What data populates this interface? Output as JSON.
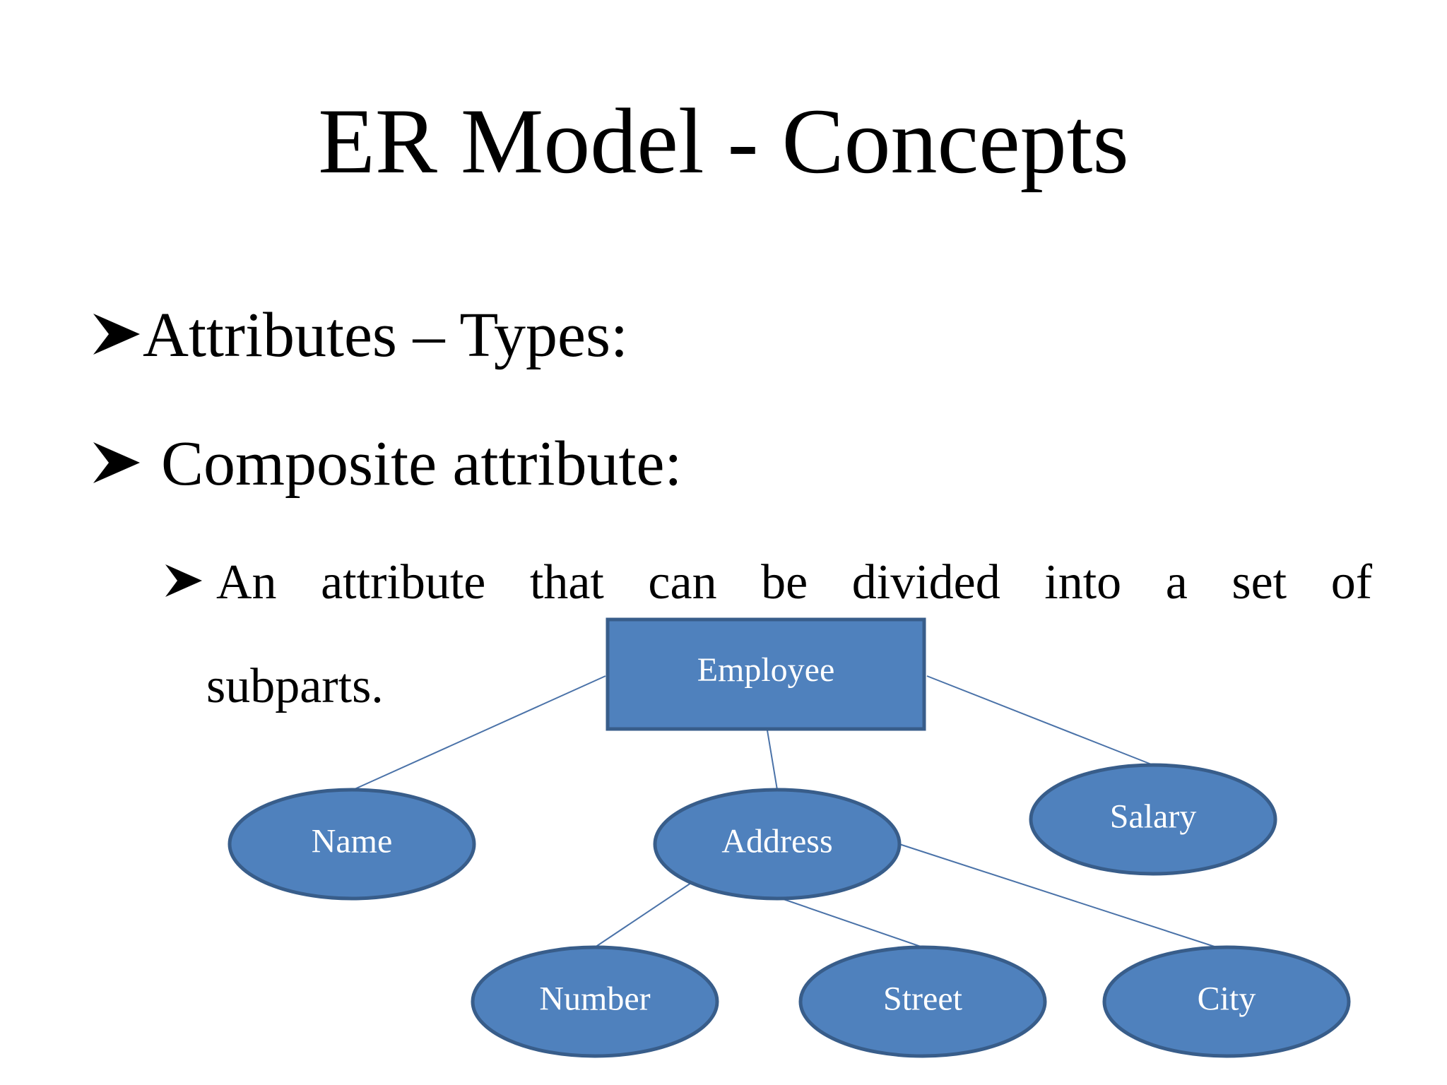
{
  "slide": {
    "title": "ER Model - Concepts",
    "bullets": [
      {
        "text": "Attributes – Types:"
      },
      {
        "text": "Composite attribute:"
      },
      {
        "text": "An attribute that can be divided into a set of",
        "continuation": "subparts."
      }
    ]
  },
  "diagram": {
    "colors": {
      "fill": "#4f81bd",
      "stroke": "#385d8a",
      "line": "#4a72a8",
      "text": "#ffffff"
    },
    "entity": {
      "label": "Employee"
    },
    "attributes": [
      {
        "id": "name",
        "label": "Name"
      },
      {
        "id": "address",
        "label": "Address"
      },
      {
        "id": "salary",
        "label": "Salary"
      },
      {
        "id": "number",
        "label": "Number"
      },
      {
        "id": "street",
        "label": "Street"
      },
      {
        "id": "city",
        "label": "City"
      }
    ],
    "edges": [
      [
        "Employee",
        "Name"
      ],
      [
        "Employee",
        "Address"
      ],
      [
        "Employee",
        "Salary"
      ],
      [
        "Address",
        "Number"
      ],
      [
        "Address",
        "Street"
      ],
      [
        "Address",
        "City"
      ]
    ]
  }
}
